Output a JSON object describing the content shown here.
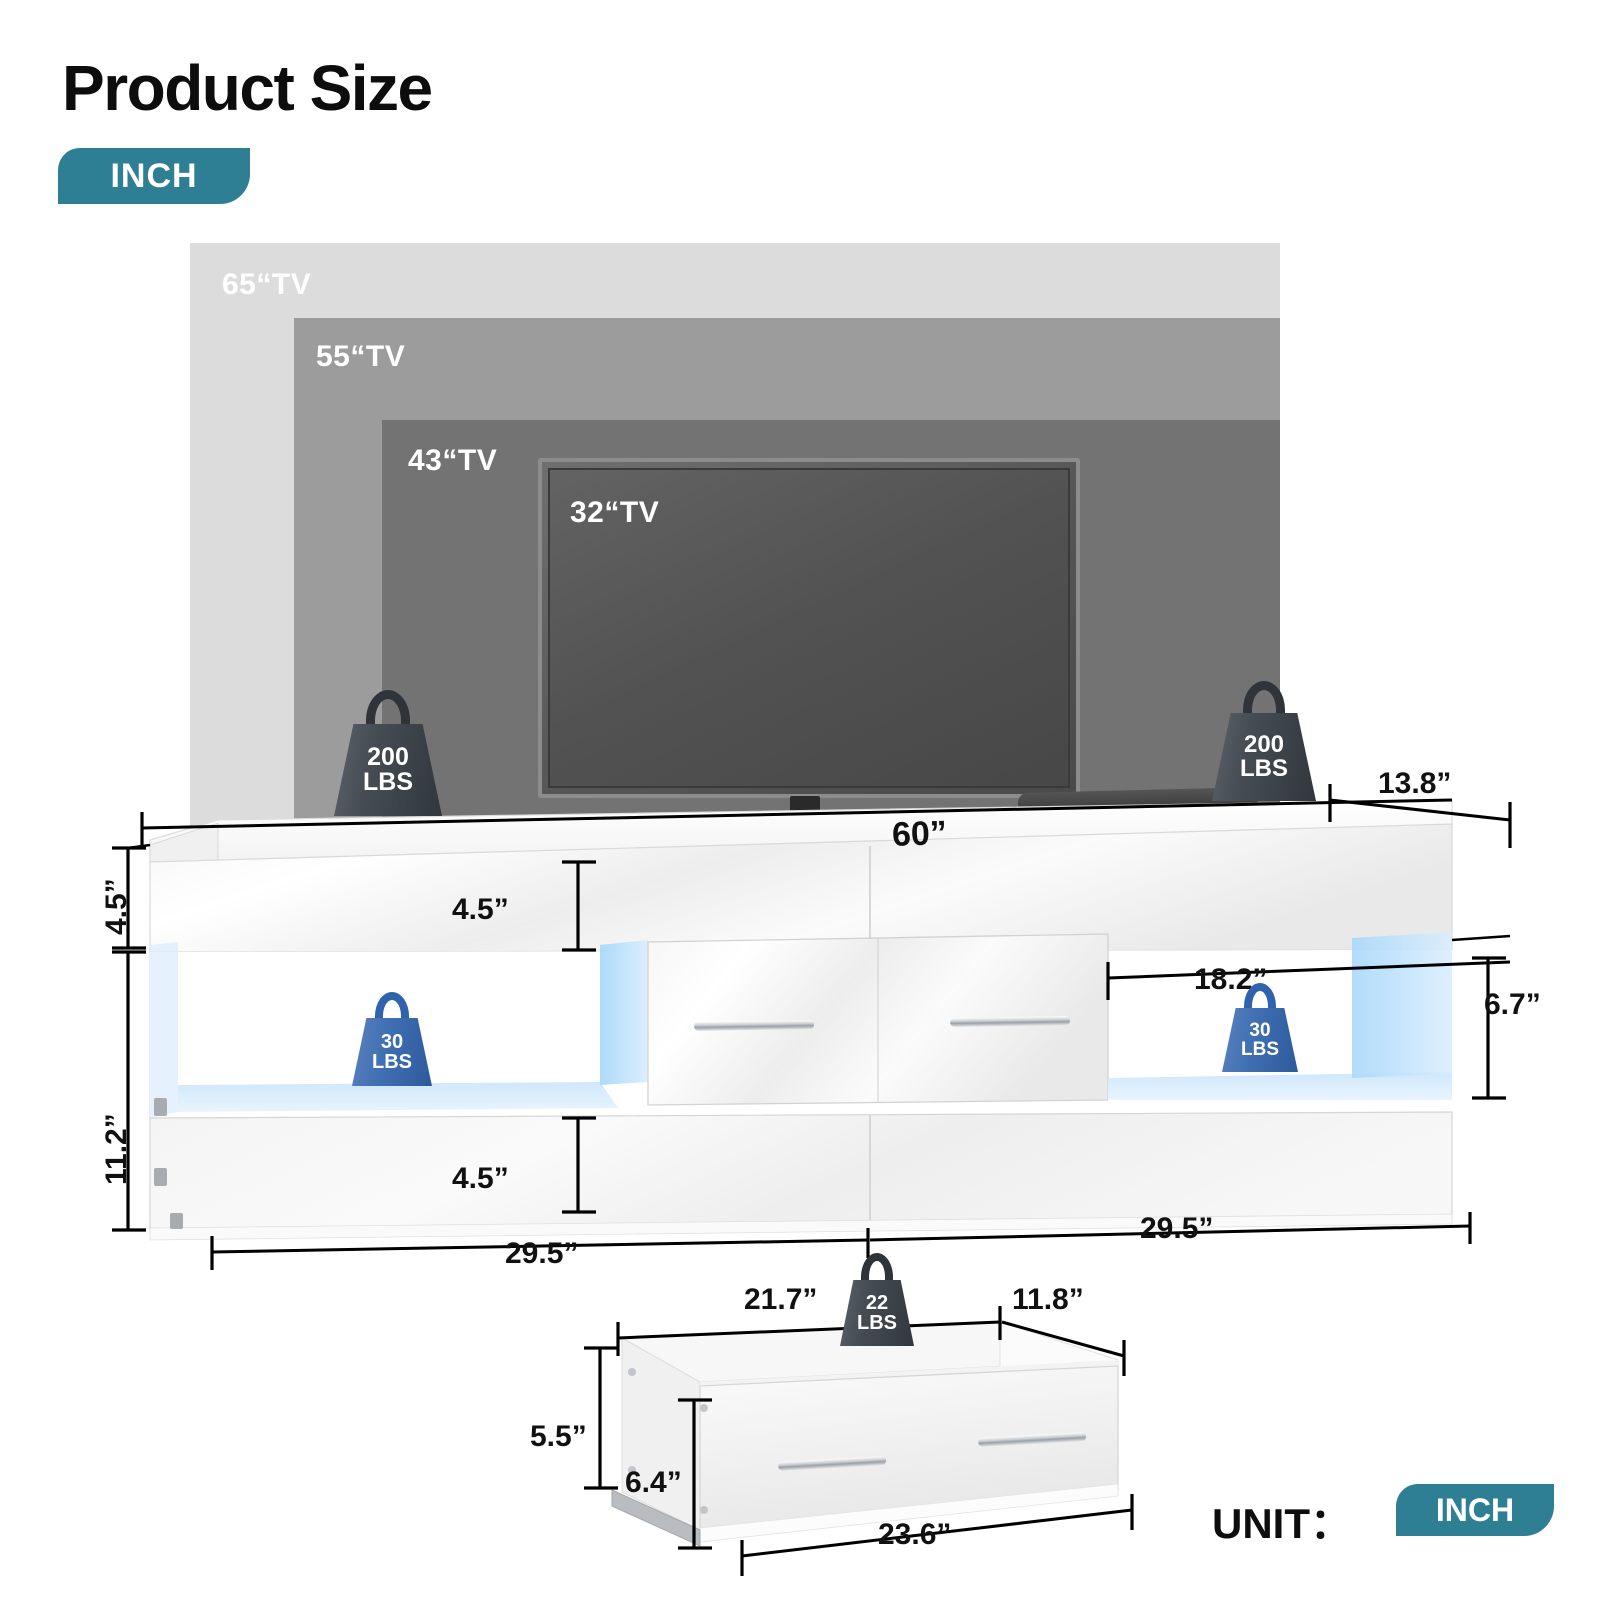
{
  "header": {
    "title": "Product Size",
    "unit_badge": "INCH"
  },
  "tv_compatibility": {
    "sizes": [
      {
        "label": "65“TV",
        "color": "#dcdcdc"
      },
      {
        "label": "55“TV",
        "color": "#9c9c9c"
      },
      {
        "label": "43“TV",
        "color": "#737373"
      },
      {
        "label": "32“TV",
        "color": "#525252"
      }
    ]
  },
  "stand_dimensions": {
    "overall_width": "60”",
    "overall_depth": "13.8”",
    "top_panel_height": "4.5”",
    "top_panel_height_inner": "4.5”",
    "lower_section_height": "11.2”",
    "bottom_panel_height": "4.5”",
    "shelf_opening_width": "18.2”",
    "shelf_opening_height": "6.7”",
    "left_segment_width": "29.5”",
    "right_segment_width": "29.5”"
  },
  "drawer_dimensions": {
    "inner_width": "21.7”",
    "inner_depth": "11.8”",
    "outer_height": "5.5”",
    "front_height": "6.4”",
    "outer_width": "23.6”"
  },
  "weight_capacities": [
    {
      "id": "top-left",
      "value": "200",
      "unit": "LBS",
      "color": "#3a4148"
    },
    {
      "id": "top-right",
      "value": "200",
      "unit": "LBS",
      "color": "#3a4148"
    },
    {
      "id": "shelf-left",
      "value": "30",
      "unit": "LBS",
      "color": "#3b6bae"
    },
    {
      "id": "shelf-right",
      "value": "30",
      "unit": "LBS",
      "color": "#3b6bae"
    },
    {
      "id": "drawer",
      "value": "22",
      "unit": "LBS",
      "color": "#3a4148"
    }
  ],
  "footer": {
    "unit_label": "UNIT：",
    "unit_value": "INCH"
  },
  "theme": {
    "accent": "#2e7e94",
    "text": "#0d0d0d",
    "led_blue": "#bfe2fb"
  }
}
